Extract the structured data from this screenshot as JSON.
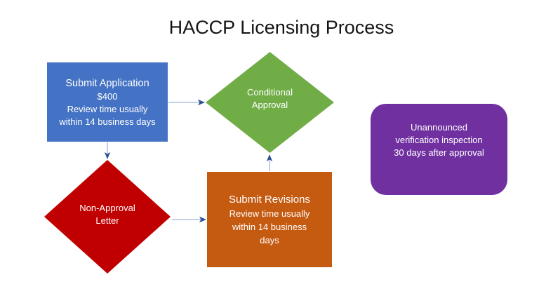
{
  "title": "HACCP Licensing Process",
  "colors": {
    "blue": "#4472C4",
    "green": "#70AD47",
    "red": "#C00000",
    "orange": "#C55A11",
    "purple": "#7030A0",
    "connector-line": "#9DB3DC",
    "connector-arrow": "#2E5395",
    "node-text": "#FFFFFF",
    "title-text": "#151515"
  },
  "nodes": {
    "submit_application": {
      "shape": "rectangle",
      "color": "#4472C4",
      "lines": [
        "Submit Application",
        "$400",
        "Review time usually",
        "within 14 business days"
      ]
    },
    "conditional_approval": {
      "shape": "diamond",
      "color": "#70AD47",
      "lines": [
        "Conditional",
        "Approval"
      ]
    },
    "non_approval_letter": {
      "shape": "diamond",
      "color": "#C00000",
      "lines": [
        "Non-Approval",
        "Letter"
      ]
    },
    "submit_revisions": {
      "shape": "rectangle",
      "color": "#C55A11",
      "lines": [
        "Submit Revisions",
        "Review time usually",
        "within 14 business",
        "days"
      ]
    },
    "unannounced_inspection": {
      "shape": "rounded-rectangle",
      "color": "#7030A0",
      "lines": [
        "Unannounced",
        "verification inspection",
        "30 days after approval"
      ]
    }
  },
  "connectors": [
    {
      "from": "submit_application",
      "to": "conditional_approval",
      "direction": "right"
    },
    {
      "from": "submit_application",
      "to": "non_approval_letter",
      "direction": "down"
    },
    {
      "from": "non_approval_letter",
      "to": "submit_revisions",
      "direction": "right"
    },
    {
      "from": "submit_revisions",
      "to": "conditional_approval",
      "direction": "up"
    }
  ]
}
